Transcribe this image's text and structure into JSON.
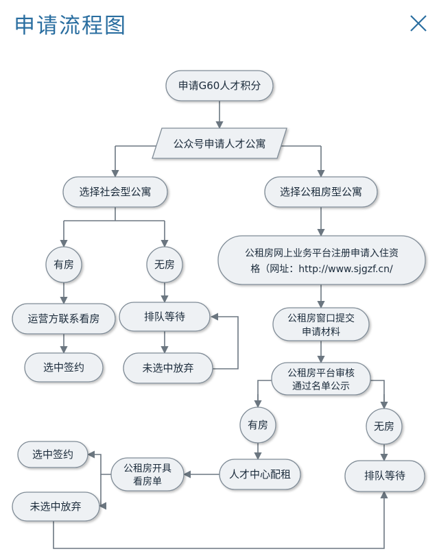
{
  "header": {
    "title": "申请流程图",
    "close_icon": "close-icon"
  },
  "colors": {
    "title": "#2a6ea0",
    "node_fill": "#eef1f4",
    "node_stroke": "#7f8b96",
    "edge": "#6b7680"
  },
  "flowchart": {
    "apply_points": "申请G60人才积分",
    "apply_wechat": "公众号申请人才公寓",
    "social_apt": "选择社会型公寓",
    "public_apt": "选择公租房型公寓",
    "left_has_room": "有房",
    "left_no_room": "无房",
    "operator_contact": "运营方联系看房",
    "left_sign": "选中签约",
    "left_queue": "排队等待",
    "left_abandon": "未选中放弃",
    "register_line1": "公租房网上业务平台注册申请入住资",
    "register_line2": "格（网址：http://www.sjgzf.cn/",
    "submit_line1": "公租房窗口提交",
    "submit_line2": "申请材料",
    "review_line1": "公租房平台审核",
    "review_line2": "通过名单公示",
    "right_has_room": "有房",
    "right_no_room": "无房",
    "talent_center": "人才中心配租",
    "viewing_line1": "公租房开具",
    "viewing_line2": "看房单",
    "bottom_sign": "选中签约",
    "bottom_abandon": "未选中放弃",
    "right_queue": "排队等待"
  }
}
